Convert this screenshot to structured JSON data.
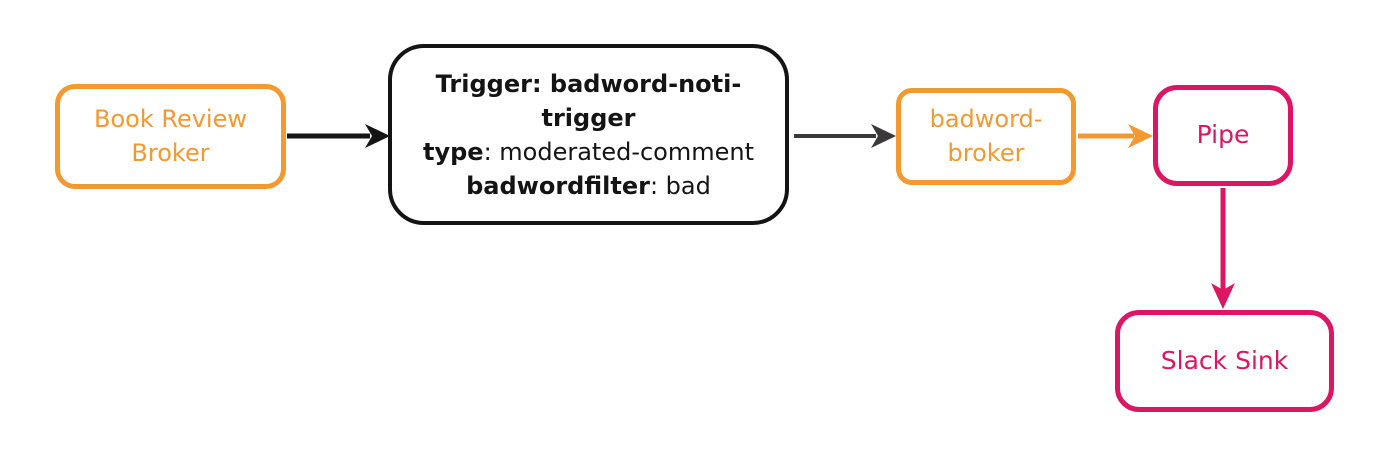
{
  "colors": {
    "orange": "#F4992F",
    "pink": "#DC1662",
    "black": "#141414",
    "dark": "#3A3A3A"
  },
  "nodes": {
    "book_review_broker": {
      "label": "Book Review Broker"
    },
    "trigger": {
      "line1": "Trigger: badword-noti-trigger",
      "line2_key": "type",
      "line2_value": ": moderated-comment",
      "line3_key": "badwordfilter",
      "line3_value": ": bad"
    },
    "badword_broker": {
      "label": "badword-broker"
    },
    "pipe": {
      "label": "Pipe"
    },
    "slack_sink": {
      "label": "Slack Sink"
    }
  }
}
